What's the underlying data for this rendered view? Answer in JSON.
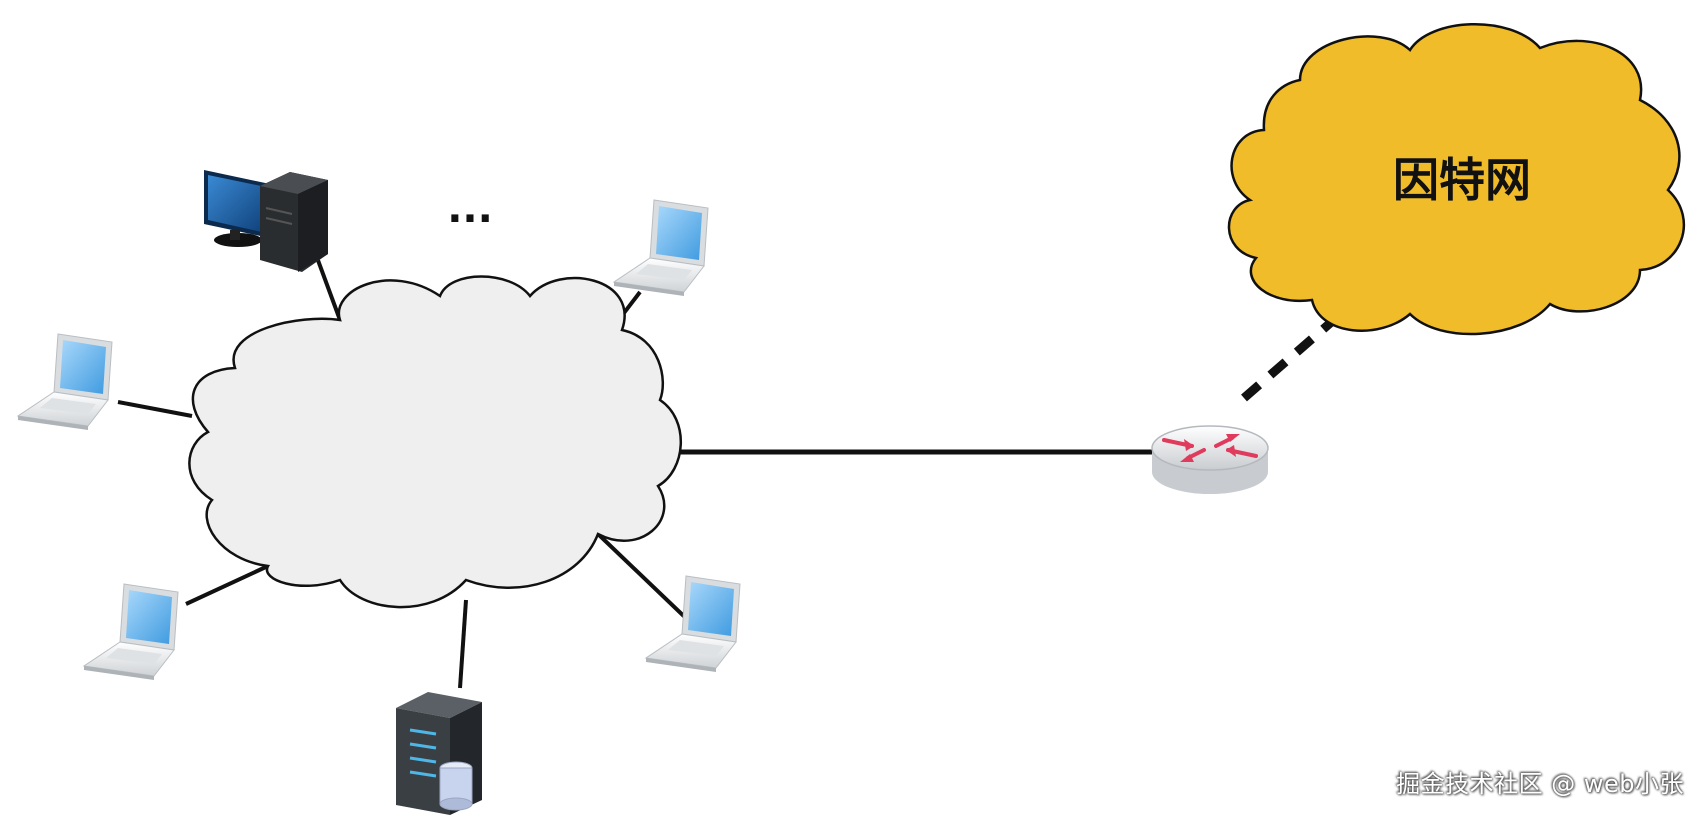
{
  "diagram": {
    "internet_cloud": {
      "label": "因特网",
      "fill": "#f0bc2a"
    },
    "local_network_cloud": {
      "label": "",
      "fill": "#efefef"
    },
    "more_devices_marker": "...",
    "devices": [
      {
        "type": "desktop-computer"
      },
      {
        "type": "laptop"
      },
      {
        "type": "laptop"
      },
      {
        "type": "laptop"
      },
      {
        "type": "laptop"
      },
      {
        "type": "server"
      },
      {
        "type": "router"
      }
    ],
    "links": [
      {
        "style": "solid"
      },
      {
        "style": "dashed"
      }
    ],
    "colors": {
      "laptop_screen": "#5aaee8",
      "desktop_monitor": "#1a63a8",
      "router_arrows": "#e03a5c",
      "server_body": "#3a3f44"
    }
  },
  "watermark": "掘金技术社区 @ web小张"
}
